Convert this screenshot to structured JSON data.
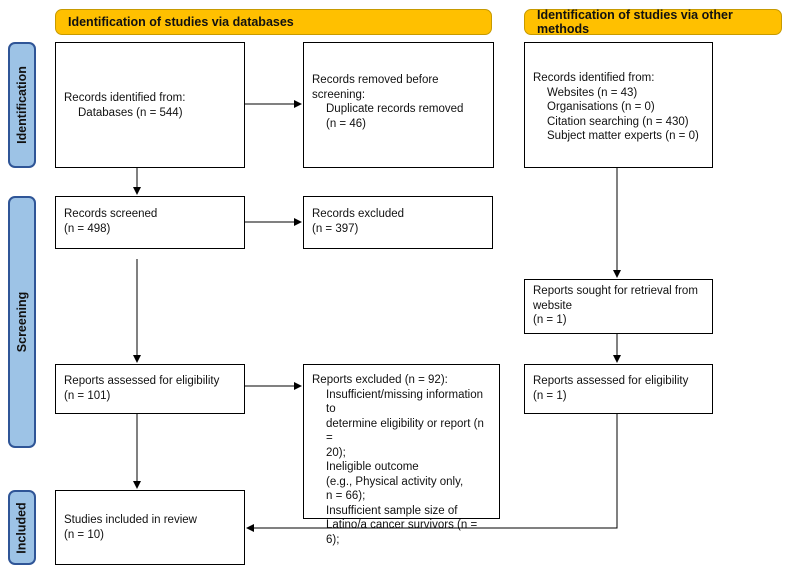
{
  "headers": {
    "databases": "Identification of studies via databases",
    "other": "Identification of studies via other methods"
  },
  "phases": {
    "identification": "Identification",
    "screening": "Screening",
    "included": "Included"
  },
  "boxes": {
    "records_identified_db": {
      "line1": "Records identified from:",
      "line2": "Databases (n = 544)"
    },
    "records_removed": {
      "line1": "Records removed before",
      "line2": "screening:",
      "line3": "Duplicate records removed",
      "line4": "(n = 46)"
    },
    "records_identified_other": {
      "line1": "Records identified from:",
      "line2": "Websites (n = 43)",
      "line3": "Organisations (n = 0)",
      "line4": "Citation searching (n = 430)",
      "line5": "Subject matter experts (n = 0)"
    },
    "records_screened": {
      "line1": "Records screened",
      "line2": "(n = 498)"
    },
    "records_excluded": {
      "line1": "Records excluded",
      "line2": "(n = 397)"
    },
    "reports_sought": {
      "line1": "Reports sought for retrieval from",
      "line2": "website",
      "line3": "(n = 1)"
    },
    "reports_assessed_db": {
      "line1": "Reports assessed for eligibility",
      "line2": "(n = 101)"
    },
    "reports_excluded": {
      "line1": "Reports excluded (n  = 92):",
      "line2": "Insufficient/missing information to",
      "line3": "determine eligibility or report  (n =",
      "line4": "20);",
      "line5": "Ineligible outcome",
      "line6": "(e.g., Physical activity only,",
      "line7": "n = 66);",
      "line8": "Insufficient sample size of",
      "line9": "Latino/a cancer survivors (n = 6);"
    },
    "reports_assessed_other": {
      "line1": "Reports assessed for eligibility",
      "line2": "(n = 1)"
    },
    "studies_included": {
      "line1": "Studies included in review",
      "line2": "(n = 10)"
    }
  }
}
